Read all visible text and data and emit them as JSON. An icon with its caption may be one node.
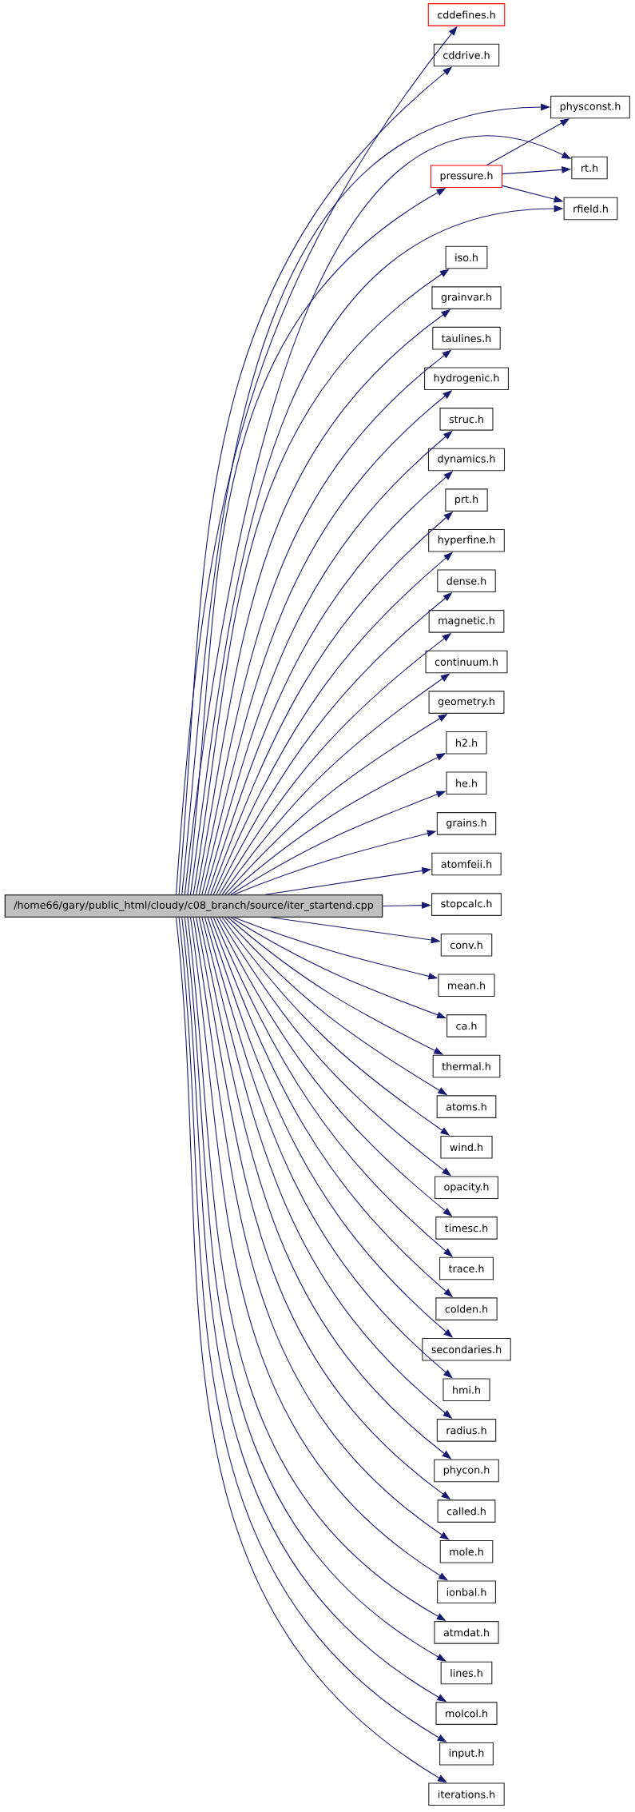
{
  "diagram": {
    "nodes": [
      {
        "text": [
          "/home66/gary/public_html/cloudy/c08_branch/source/iter_startend.cpp"
        ]
      },
      {
        "text": [
          "cddefines.h"
        ]
      },
      {
        "text": [
          "cddrive.h"
        ]
      },
      {
        "text": [
          "physconst.h"
        ]
      },
      {
        "text": [
          "rt.h"
        ]
      },
      {
        "text": [
          "pressure.h"
        ]
      },
      {
        "text": [
          "rfield.h"
        ]
      },
      {
        "text": [
          "iso.h"
        ]
      },
      {
        "text": [
          "grainvar.h"
        ]
      },
      {
        "text": [
          "taulines.h"
        ]
      },
      {
        "text": [
          "hydrogenic.h"
        ]
      },
      {
        "text": [
          "struc.h"
        ]
      },
      {
        "text": [
          "dynamics.h"
        ]
      },
      {
        "text": [
          "prt.h"
        ]
      },
      {
        "text": [
          "hyperfine.h"
        ]
      },
      {
        "text": [
          "dense.h"
        ]
      },
      {
        "text": [
          "magnetic.h"
        ]
      },
      {
        "text": [
          "continuum.h"
        ]
      },
      {
        "text": [
          "geometry.h"
        ]
      },
      {
        "text": [
          "h2.h"
        ]
      },
      {
        "text": [
          "he.h"
        ]
      },
      {
        "text": [
          "grains.h"
        ]
      },
      {
        "text": [
          "atomfeii.h"
        ]
      },
      {
        "text": [
          "stopcalc.h"
        ]
      },
      {
        "text": [
          "conv.h"
        ]
      },
      {
        "text": [
          "mean.h"
        ]
      },
      {
        "text": [
          "ca.h"
        ]
      },
      {
        "text": [
          "thermal.h"
        ]
      },
      {
        "text": [
          "atoms.h"
        ]
      },
      {
        "text": [
          "wind.h"
        ]
      },
      {
        "text": [
          "opacity.h"
        ]
      },
      {
        "text": [
          "timesc.h"
        ]
      },
      {
        "text": [
          "trace.h"
        ]
      },
      {
        "text": [
          "colden.h"
        ]
      },
      {
        "text": [
          "secondaries.h"
        ]
      },
      {
        "text": [
          "hmi.h"
        ]
      },
      {
        "text": [
          "radius.h"
        ]
      },
      {
        "text": [
          "phycon.h"
        ]
      },
      {
        "text": [
          "called.h"
        ]
      },
      {
        "text": [
          "mole.h"
        ]
      },
      {
        "text": [
          "ionbal.h"
        ]
      },
      {
        "text": [
          "atmdat.h"
        ]
      },
      {
        "text": [
          "lines.h"
        ]
      },
      {
        "text": [
          "molcol.h"
        ]
      },
      {
        "text": [
          "input.h"
        ]
      },
      {
        "text": [
          "iterations.h"
        ]
      }
    ],
    "edges": [
      {
        "from": 0,
        "to": 1,
        "arrow": "to"
      },
      {
        "from": 0,
        "to": 2,
        "arrow": "to"
      },
      {
        "from": 0,
        "to": 3,
        "arrow": "to"
      },
      {
        "from": 0,
        "to": 4,
        "arrow": "to"
      },
      {
        "from": 0,
        "to": 5,
        "arrow": "to"
      },
      {
        "from": 0,
        "to": 6,
        "arrow": "to"
      },
      {
        "from": 5,
        "to": 3,
        "arrow": "to"
      },
      {
        "from": 5,
        "to": 4,
        "arrow": "to"
      },
      {
        "from": 5,
        "to": 6,
        "arrow": "to"
      },
      {
        "from": 0,
        "to": 7,
        "arrow": "to"
      },
      {
        "from": 0,
        "to": 8,
        "arrow": "to"
      },
      {
        "from": 0,
        "to": 9,
        "arrow": "to"
      },
      {
        "from": 0,
        "to": 10,
        "arrow": "to"
      },
      {
        "from": 0,
        "to": 11,
        "arrow": "to"
      },
      {
        "from": 0,
        "to": 12,
        "arrow": "to"
      },
      {
        "from": 0,
        "to": 13,
        "arrow": "to"
      },
      {
        "from": 0,
        "to": 14,
        "arrow": "to"
      },
      {
        "from": 0,
        "to": 15,
        "arrow": "to"
      },
      {
        "from": 0,
        "to": 16,
        "arrow": "to"
      },
      {
        "from": 0,
        "to": 17,
        "arrow": "to"
      },
      {
        "from": 0,
        "to": 18,
        "arrow": "to"
      },
      {
        "from": 0,
        "to": 19,
        "arrow": "to"
      },
      {
        "from": 0,
        "to": 20,
        "arrow": "to"
      },
      {
        "from": 0,
        "to": 21,
        "arrow": "to"
      },
      {
        "from": 0,
        "to": 22,
        "arrow": "to"
      },
      {
        "from": 0,
        "to": 23,
        "arrow": "to"
      },
      {
        "from": 0,
        "to": 24,
        "arrow": "to"
      },
      {
        "from": 0,
        "to": 25,
        "arrow": "to"
      },
      {
        "from": 0,
        "to": 26,
        "arrow": "to"
      },
      {
        "from": 0,
        "to": 27,
        "arrow": "to"
      },
      {
        "from": 0,
        "to": 28,
        "arrow": "to"
      },
      {
        "from": 0,
        "to": 29,
        "arrow": "to"
      },
      {
        "from": 0,
        "to": 30,
        "arrow": "to"
      },
      {
        "from": 0,
        "to": 31,
        "arrow": "to"
      },
      {
        "from": 0,
        "to": 32,
        "arrow": "to"
      },
      {
        "from": 0,
        "to": 33,
        "arrow": "to"
      },
      {
        "from": 0,
        "to": 34,
        "arrow": "to"
      },
      {
        "from": 0,
        "to": 35,
        "arrow": "to"
      },
      {
        "from": 0,
        "to": 36,
        "arrow": "to"
      },
      {
        "from": 0,
        "to": 37,
        "arrow": "to"
      },
      {
        "from": 0,
        "to": 38,
        "arrow": "to"
      },
      {
        "from": 0,
        "to": 39,
        "arrow": "to"
      },
      {
        "from": 0,
        "to": 40,
        "arrow": "to"
      },
      {
        "from": 0,
        "to": 41,
        "arrow": "to"
      },
      {
        "from": 0,
        "to": 42,
        "arrow": "to"
      },
      {
        "from": 0,
        "to": 43,
        "arrow": "to"
      },
      {
        "from": 0,
        "to": 44,
        "arrow": "to"
      },
      {
        "from": 0,
        "to": 45,
        "arrow": "to"
      }
    ]
  }
}
